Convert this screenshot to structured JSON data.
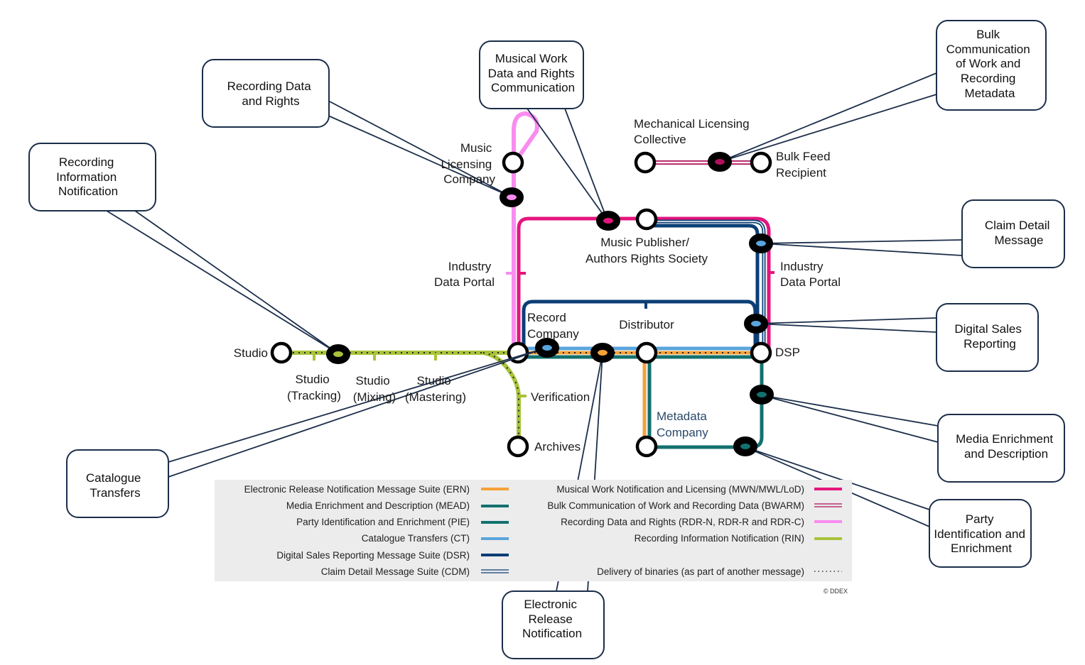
{
  "colors": {
    "ern": "#f6a23a",
    "mead": "#13716f",
    "pie": "#13716f",
    "ct": "#5aa5dc",
    "dsr": "#0b3e75",
    "cdm": "#0b3e75",
    "mwn": "#e4157d",
    "bwarm": "#b0105c",
    "rdr": "#f98cf0",
    "rin": "#a8c33a",
    "callout_border": "#1b2e4a",
    "legend_bg": "#ececec"
  },
  "stations": {
    "studio": "Studio",
    "studio_tracking": [
      "Studio",
      "(Tracking)"
    ],
    "studio_mixing": [
      "Studio",
      "(Mixing)"
    ],
    "studio_mastering": [
      "Studio",
      "(Mastering)"
    ],
    "verification": "Verification",
    "archives": "Archives",
    "record_company": [
      "Record",
      "Company"
    ],
    "distributor": "Distributor",
    "dsp": "DSP",
    "metadata_company": [
      "Metadata",
      "Company"
    ],
    "music_publisher": [
      "Music Publisher/",
      "Authors Rights Society"
    ],
    "industry_data_portal_left": [
      "Industry",
      "Data Portal"
    ],
    "industry_data_portal_right": [
      "Industry",
      "Data Portal"
    ],
    "music_licensing_company": [
      "Music",
      "Licensing",
      "Company"
    ],
    "mlc": [
      "Mechanical Licensing",
      "Collective"
    ],
    "bulk_feed_recipient": [
      "Bulk Feed",
      "Recipient"
    ]
  },
  "callouts": {
    "rin": [
      "Recording",
      "Information",
      "Notification"
    ],
    "rdr": [
      "Recording Data",
      "and Rights"
    ],
    "mwn": [
      "Musical Work",
      "Data and Rights",
      "Communication"
    ],
    "bwarm": [
      "Bulk",
      "Communication",
      "of Work and",
      "Recording",
      "Metadata"
    ],
    "cdm": [
      "Claim Detail",
      "Message"
    ],
    "dsr": [
      "Digital Sales",
      "Reporting"
    ],
    "mead": [
      "Media Enrichment",
      "and Description"
    ],
    "pie": [
      "Party",
      "Identification and",
      "Enrichment"
    ],
    "ct": [
      "Catalogue",
      "Transfers"
    ],
    "ern": [
      "Electronic",
      "Release",
      "Notification"
    ]
  },
  "legend": {
    "left": [
      {
        "label": "Electronic Release Notification Message Suite (ERN)",
        "style": "ern"
      },
      {
        "label": "Media Enrichment and Description (MEAD)",
        "style": "mead"
      },
      {
        "label": "Party Identification and Enrichment (PIE)",
        "style": "pie"
      },
      {
        "label": "Catalogue Transfers (CT)",
        "style": "ct"
      },
      {
        "label": "Digital Sales Reporting Message Suite (DSR)",
        "style": "dsr"
      },
      {
        "label": "Claim Detail Message Suite (CDM)",
        "style": "cdm"
      }
    ],
    "right": [
      {
        "label": "Musical Work Notification and Licensing (MWN/MWL/LoD)",
        "style": "mwn"
      },
      {
        "label": "Bulk Communication of Work and Recording Data (BWARM)",
        "style": "bwarm"
      },
      {
        "label": "Recording Data and Rights (RDR-N, RDR-R and RDR-C)",
        "style": "rdr"
      },
      {
        "label": "Recording Information Notification (RIN)",
        "style": "rin"
      },
      {
        "label": "Delivery of binaries (as part of another message)",
        "style": "dotted"
      }
    ],
    "copyright": "© DDEX"
  }
}
